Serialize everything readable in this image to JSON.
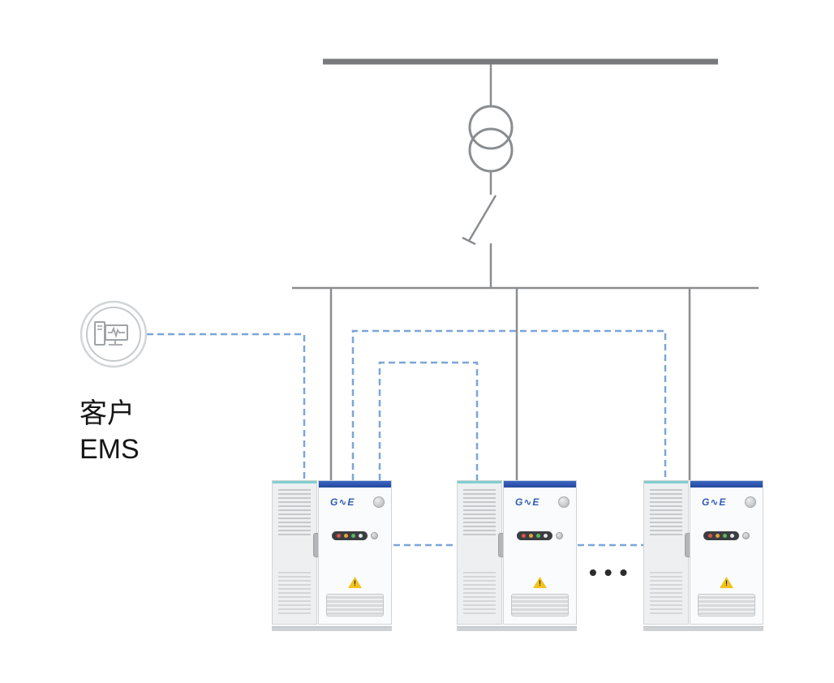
{
  "diagram": {
    "customer_label": {
      "line1": "客户",
      "line2": "EMS"
    },
    "ellipsis": "•••",
    "cabinet": {
      "logo_text": "G∿E",
      "warning_mark": "!",
      "led_colors": [
        "#d9534f",
        "#e8a23c",
        "#5cb85c",
        "#e3e5e7"
      ]
    },
    "colors": {
      "power_line": "#8a8d90",
      "bus_bar": "#77797c",
      "comm_link": "#7aa6d8",
      "teal_accent": "#7fd0cf",
      "band_blue_top": "#3a67c6",
      "band_blue_bottom": "#26479b",
      "logo_blue": "#2f5bb5"
    },
    "icons": {
      "ems": "ems-computer-icon",
      "transformer": "transformer-icon",
      "switch": "disconnect-switch-icon",
      "warning": "warning-triangle-icon"
    }
  }
}
